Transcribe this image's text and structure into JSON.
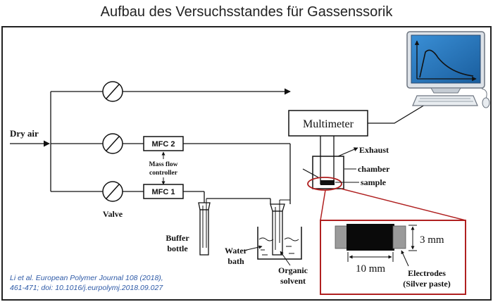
{
  "title": "Aufbau des Versuchsstandes für Gassenssorik",
  "labels": {
    "dry_air": "Dry air",
    "mfc2": "MFC 2",
    "mfc1": "MFC 1",
    "mass_flow_line1": "Mass flow",
    "mass_flow_line2": "controller",
    "valve": "Valve",
    "buffer_line1": "Buffer",
    "buffer_line2": "bottle",
    "water_line1": "Water",
    "water_line2": "bath",
    "organic_line1": "Organic",
    "organic_line2": "solvent",
    "multimeter": "Multimeter",
    "exhaust": "Exhaust",
    "chamber": "chamber",
    "sample": "sample",
    "dim_3mm": "3 mm",
    "dim_10mm": "10 mm",
    "electrodes_line1": "Electrodes",
    "electrodes_line2": "(Silver paste)"
  },
  "citation": {
    "line1": "Li et al. European Polymer Journal 108 (2018),",
    "line2": "461-471; doi: 10.1016/j.eurpolymj.2018.09.027"
  },
  "colors": {
    "line": "#111111",
    "highlight": "#b02020",
    "citation": "#2e5aa7",
    "monitor_screen": "#1d73b7",
    "electrode": "#9a9a9a"
  },
  "icons": [
    "valve-icon",
    "computer-icon",
    "monitor-icon",
    "keyboard-icon",
    "mouse-icon"
  ]
}
